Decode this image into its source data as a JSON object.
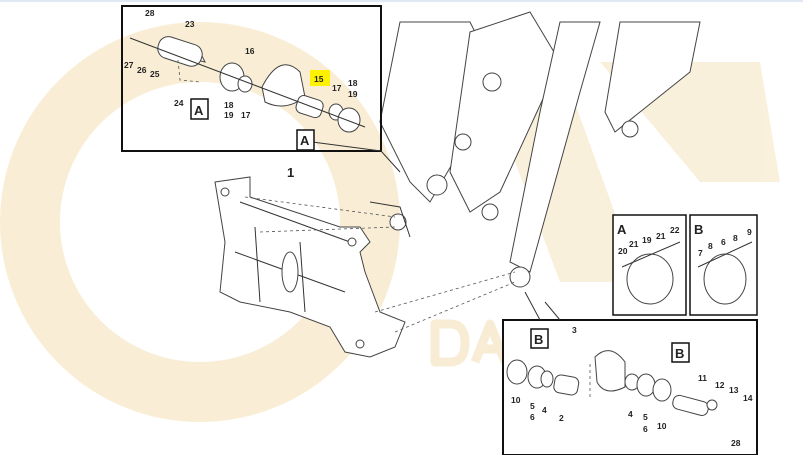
{
  "watermark": {
    "text": "DALYS",
    "color": "#f5e3b8"
  },
  "highlight_color": "#fff200",
  "main": {
    "frame_label": "1"
  },
  "inset_a_detail": {
    "callout_labels": [
      "A",
      "A"
    ],
    "highlighted_label": "15",
    "labels": [
      "28",
      "23",
      "27",
      "26",
      "25",
      "16",
      "17",
      "18",
      "19",
      "24",
      "18",
      "19",
      "17"
    ]
  },
  "inset_b_detail": {
    "callout_labels": [
      "B",
      "B"
    ],
    "labels": [
      "3",
      "11",
      "12",
      "13",
      "14",
      "10",
      "5",
      "6",
      "4",
      "2",
      "4",
      "5",
      "6",
      "10",
      "28"
    ]
  },
  "box_a": {
    "title": "A",
    "labels": [
      "20",
      "21",
      "19",
      "21",
      "22"
    ]
  },
  "box_b": {
    "title": "B",
    "labels": [
      "7",
      "8",
      "6",
      "8",
      "9"
    ]
  }
}
